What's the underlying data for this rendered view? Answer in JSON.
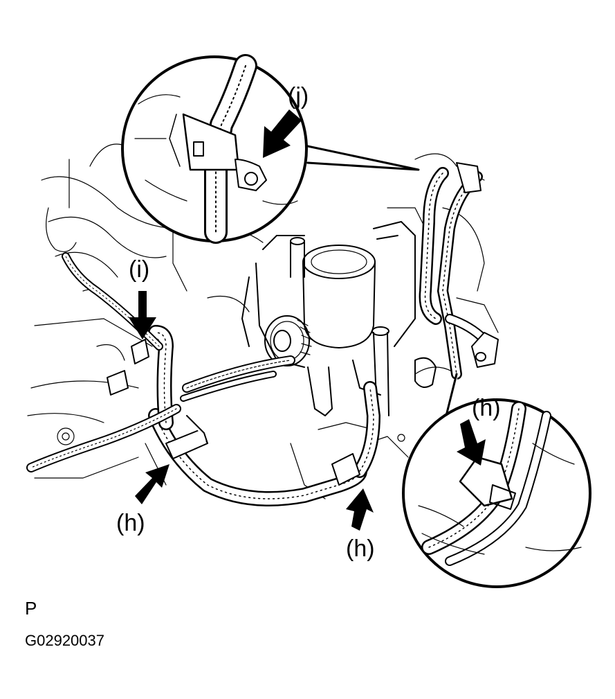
{
  "callouts": {
    "j": "(j)",
    "i": "(i)",
    "h_detail": "(h)",
    "h_left": "(h)",
    "h_right": "(h)"
  },
  "view_letter": "P",
  "figure_code": "G02920037",
  "colors": {
    "ink": "#000000",
    "paper": "#ffffff"
  }
}
